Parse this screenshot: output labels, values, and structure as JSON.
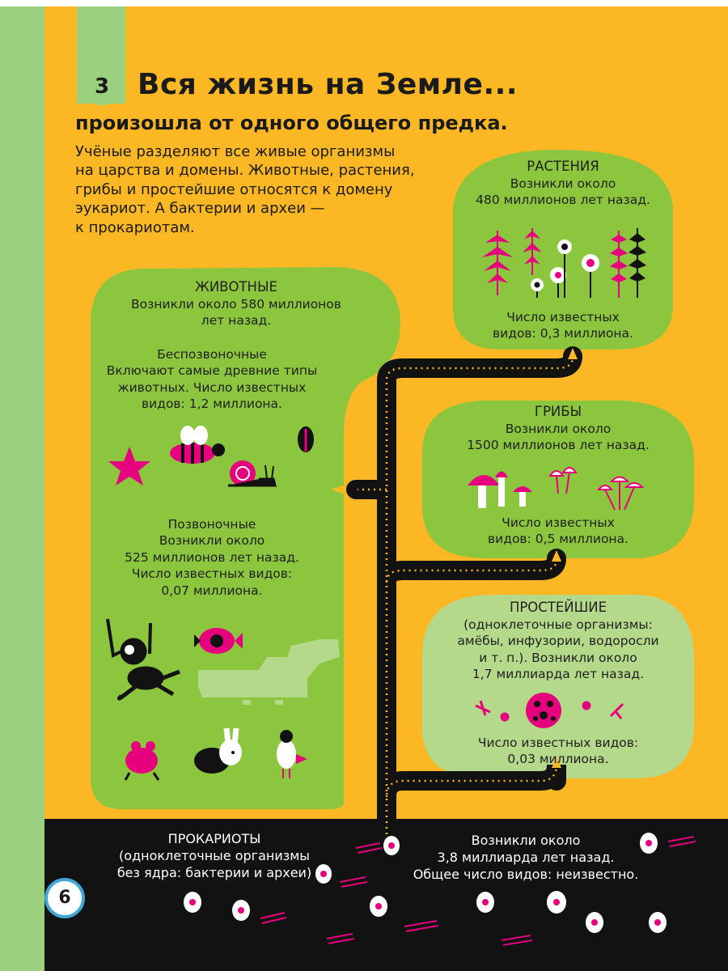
{
  "header": {
    "number": "3",
    "title": "Вся жизнь на Земле...",
    "subtitle": "произошла от одного общего предка."
  },
  "intro": [
    "Учёные разделяют все живые организмы",
    "на царства и домены. Животные, растения,",
    "грибы и простейшие относятся к домену",
    "эукариот. А бактерии и археи —",
    "к прокариотам."
  ],
  "animals": {
    "title": "ЖИВОТНЫЕ",
    "lines": [
      "Возникли около 580 миллионов",
      "лет назад."
    ],
    "invertebrates": {
      "title": "Беспозвоночные",
      "lines": [
        "Включают самые древние типы",
        "животных. Число известных",
        "видов: 1,2 миллиона."
      ]
    },
    "vertebrates": {
      "title": "Позвоночные",
      "lines": [
        "Возникли около",
        "525 миллионов лет назад.",
        "Число известных видов:",
        "0,07 миллиона."
      ]
    }
  },
  "plants": {
    "title": "РАСТЕНИЯ",
    "lines": [
      "Возникли около",
      "480 миллионов лет назад."
    ],
    "species": [
      "Число известных",
      "видов: 0,3 миллиона."
    ]
  },
  "fungi": {
    "title": "ГРИБЫ",
    "lines": [
      "Возникли около",
      "1500 миллионов лет назад."
    ],
    "species": [
      "Число известных",
      "видов: 0,5 миллиона."
    ]
  },
  "protists": {
    "title": "ПРОСТЕЙШИЕ",
    "lines": [
      "(одноклеточные организмы:",
      "амёбы, инфузории, водоросли",
      "и т. п.). Возникли около",
      "1,7 миллиарда лет назад."
    ],
    "species": [
      "Число известных видов:",
      "0,03 миллиона."
    ]
  },
  "prokaryotes": {
    "title": "ПРОКАРИОТЫ",
    "lines": [
      "(одноклеточные организмы",
      "без ядра: бактерии и археи)"
    ],
    "origin": [
      "Возникли около",
      "3,8 миллиарда лет назад.",
      "Общее число видов: неизвестно."
    ]
  },
  "page_number": "6",
  "colors": {
    "background": "#fcb824",
    "green_dark": "#8cc63f",
    "green_light": "#b5d98a",
    "strip": "#9bd17e",
    "magenta": "#e6007e",
    "black": "#121212",
    "road_dots": "#fcb824"
  },
  "icons": [
    "fern-icon",
    "daisy-icon",
    "starfish-icon",
    "bee-icon",
    "snail-icon",
    "beetle-icon",
    "monkey-icon",
    "fish-icon",
    "crocodile-icon",
    "frog-icon",
    "rabbit-icon",
    "bird-icon",
    "mushroom-icon",
    "amoeba-icon",
    "bacteria-icon"
  ]
}
